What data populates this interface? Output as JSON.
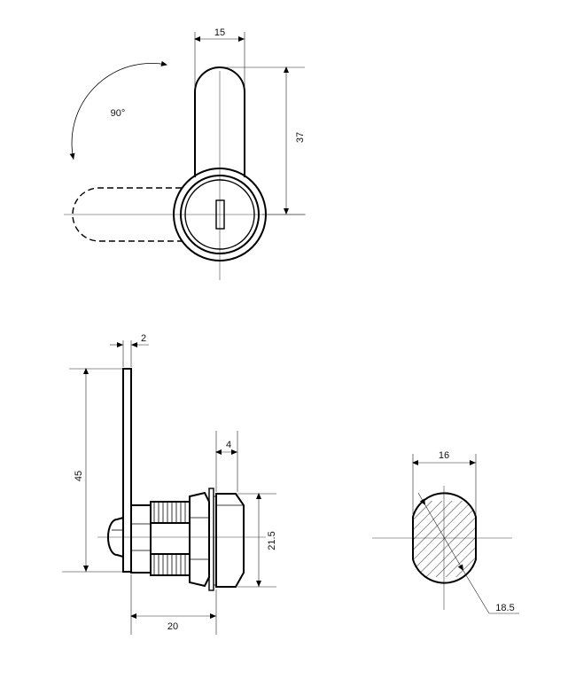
{
  "dimensions": {
    "top_width": "15",
    "top_height": "37",
    "rotation": "90°",
    "plate_thickness": "2",
    "plate_height": "45",
    "flange_depth": "4",
    "flange_diameter": "21.5",
    "body_length": "20",
    "section_flat": "16",
    "section_diameter": "18.5"
  }
}
